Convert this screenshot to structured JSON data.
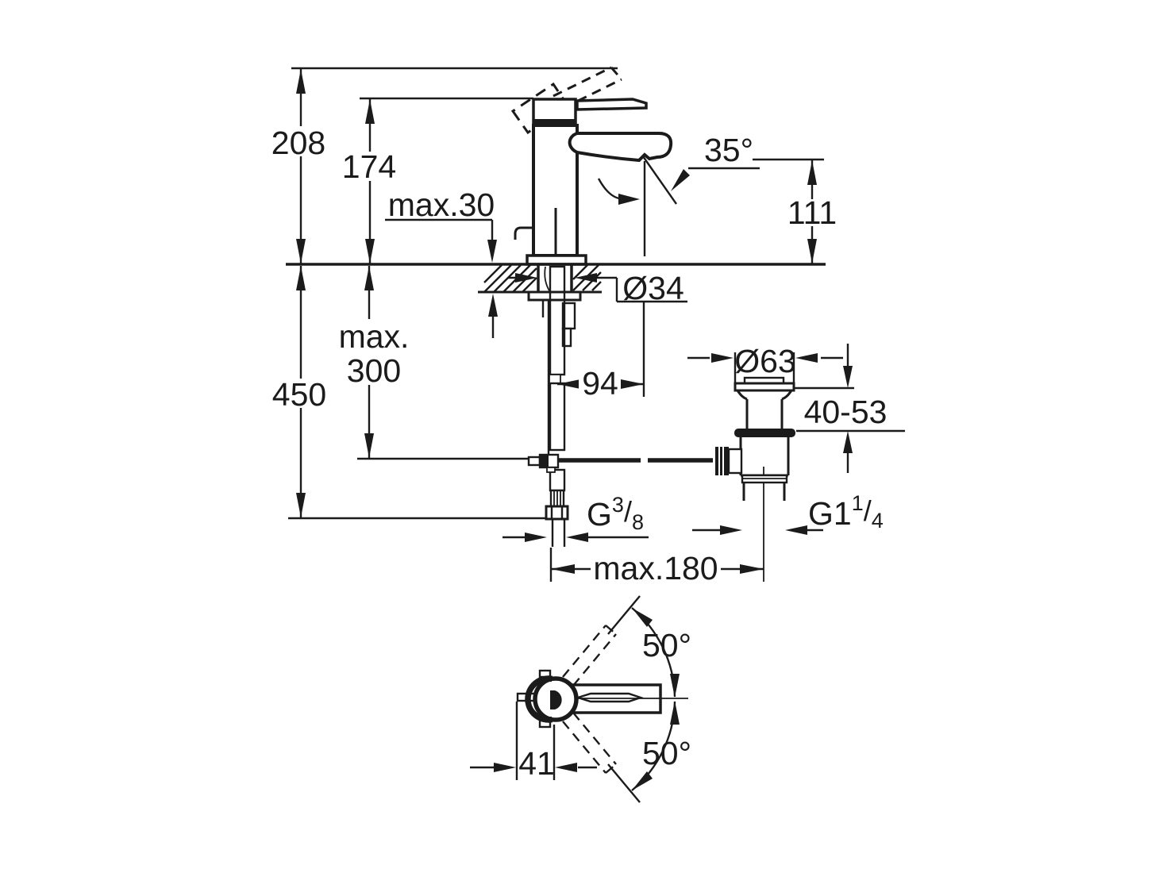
{
  "colors": {
    "line": "#1b1b1b",
    "background": "#ffffff"
  },
  "side_view": {
    "overall_height": "208",
    "faucet_height": "174",
    "deck_thickness": "max.30",
    "spout_angle": "35°",
    "outlet_height": "111",
    "body_diameter": "Ø34",
    "hose_depth_word": "max.",
    "hose_depth_value": "300",
    "install_depth": "450",
    "spout_reach": "94",
    "waste_flange_diameter": "Ø63",
    "waste_clamp_range": "40-53",
    "supply_thread_prefix": "G",
    "supply_thread_numerator": "3",
    "supply_thread_denominator": "8",
    "waste_thread_prefix": "G1",
    "waste_thread_numerator": "1",
    "waste_thread_denominator": "4",
    "fraction_slash": "/",
    "max_drain_offset": "max.180"
  },
  "bottom_view": {
    "swivel_angle_upper": "50°",
    "swivel_angle_lower": "50°",
    "handle_offset": "41"
  }
}
